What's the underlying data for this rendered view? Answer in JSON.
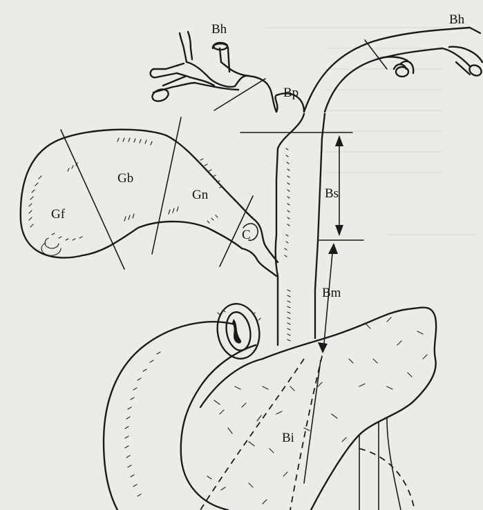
{
  "figure": {
    "labels": {
      "bh_left": "Bh",
      "bh_right": "Bh",
      "bp": "Bp",
      "bs": "Bs",
      "bm": "Bm",
      "bi": "Bi",
      "gf": "Gf",
      "gb": "Gb",
      "gn": "Gn",
      "c": "C"
    }
  }
}
